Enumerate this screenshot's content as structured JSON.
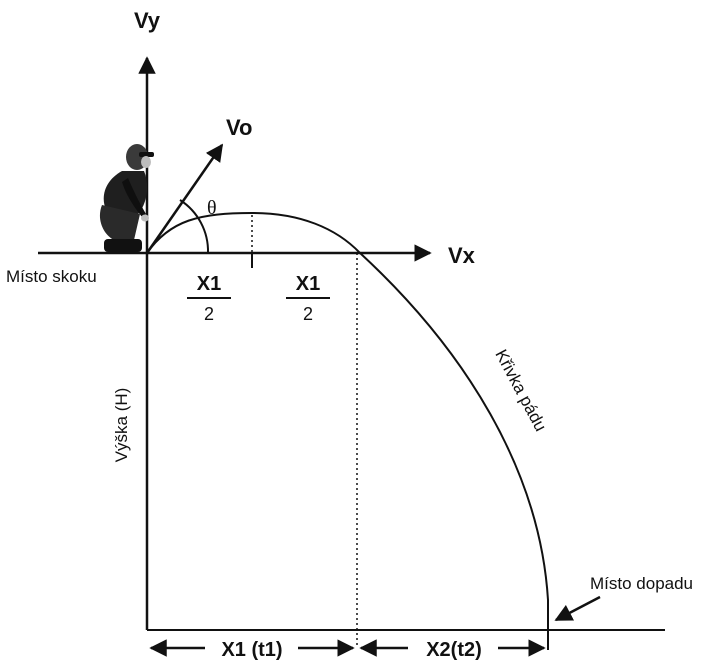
{
  "axes": {
    "vy_label": "Vy",
    "vx_label": "Vx",
    "vo_label": "Vo",
    "angle_symbol": "θ"
  },
  "labels": {
    "jump_point": "Místo skoku",
    "landing_point": "Místo dopadu",
    "height": "Výška (H)",
    "fall_curve": "Křivka pádu"
  },
  "fractions": [
    {
      "numerator": "X1",
      "denominator": "2"
    },
    {
      "numerator": "X1",
      "denominator": "2"
    }
  ],
  "dimensions": {
    "x1": "X1 (t1)",
    "x2": "X2(t2)"
  },
  "colors": {
    "ink": "#111111",
    "background": "#ffffff"
  }
}
